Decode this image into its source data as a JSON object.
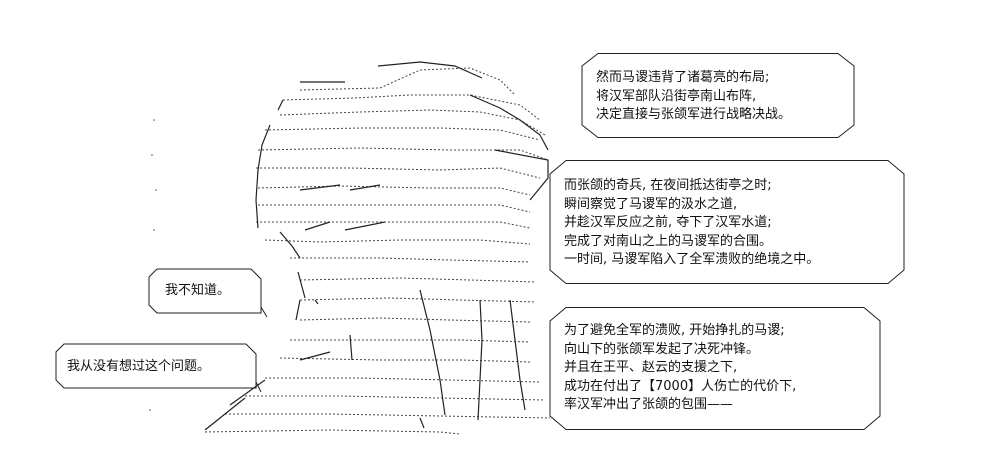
{
  "narration": {
    "box1": [
      "然而马谡违背了诸葛亮的布局;",
      "将汉军部队沿街亭南山布阵,",
      "决定直接与张颌军进行战略决战。"
    ],
    "box2": [
      "而张颌的奇兵, 在夜间抵达街亭之时;",
      "瞬间察觉了马谡军的汲水之道,",
      "并趁汉军反应之前, 夺下了汉军水道;",
      "完成了对南山之上的马谡军的合围。",
      "一时间, 马谡军陷入了全军溃败的绝境之中。"
    ],
    "box3": [
      "为了避免全军的溃败, 开始挣扎的马谡;",
      "向山下的张颌军发起了决死冲锋。",
      "并且在王平、赵云的支援之下,",
      "成功在付出了【7000】人伤亡的代价下,",
      "率汉军冲出了张颌的包围——"
    ]
  },
  "speech": {
    "line1": "我不知道。",
    "line2": "我从没有想过这个问题。"
  },
  "art": {
    "color": "#333333"
  }
}
